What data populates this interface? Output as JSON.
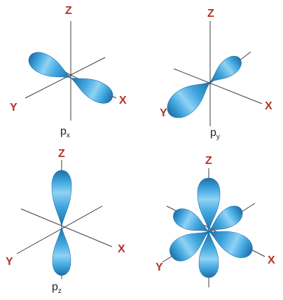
{
  "colors": {
    "axis_label": "#b5322a",
    "axis_line": "#3c3c3c",
    "lobe_light": "#8fd2f4",
    "lobe_mid": "#40a6df",
    "lobe_dark": "#1f6ea6",
    "orbital_label": "#222222"
  },
  "panels": [
    {
      "id": "px",
      "axis_labels": {
        "z": "Z",
        "x": "X",
        "y": "Y"
      },
      "orbital_label": {
        "base": "p",
        "subscript": "x"
      },
      "lobe_directions": [
        "+x",
        "-x"
      ]
    },
    {
      "id": "py",
      "axis_labels": {
        "z": "Z",
        "x": "X",
        "y": "Y"
      },
      "orbital_label": {
        "base": "p",
        "subscript": "y"
      },
      "lobe_directions": [
        "+y",
        "-y"
      ]
    },
    {
      "id": "pz",
      "axis_labels": {
        "z": "Z",
        "x": "X",
        "y": "Y"
      },
      "orbital_label": {
        "base": "p",
        "subscript": "z"
      },
      "lobe_directions": [
        "+z",
        "-z"
      ]
    },
    {
      "id": "combined",
      "axis_labels": {
        "z": "Z",
        "x": "X",
        "y": "Y"
      },
      "orbital_label": null,
      "lobe_directions": [
        "+x",
        "-x",
        "+y",
        "-y",
        "+z",
        "-z"
      ]
    }
  ]
}
